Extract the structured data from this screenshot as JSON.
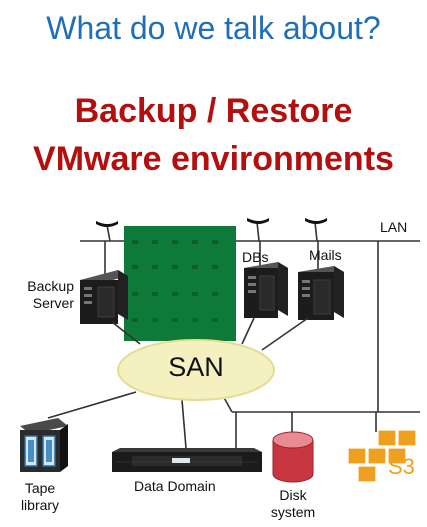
{
  "header": {
    "title": "What do we talk about?",
    "headline_line1": "Backup / Restore",
    "headline_line2": "VMware environments"
  },
  "diagram": {
    "lan_label": "LAN",
    "dbs_label": "DBs",
    "mails_label": "Mails",
    "backup_server_label_line1": "Backup",
    "backup_server_label_line2": "Server",
    "san_label": "SAN",
    "tape_label_line1": "Tape",
    "tape_label_line2": "library",
    "data_domain_label": "Data Domain",
    "disk_label_line1": "Disk",
    "disk_label_line2": "system",
    "s3_label": "S3",
    "colors": {
      "title": "#1f6fb8",
      "headline": "#b30f0f",
      "vmware_block": "#0d7a3a",
      "san_fill": "#f4f0bf",
      "disk": "#c8363f",
      "s3": "#f0a020"
    }
  }
}
